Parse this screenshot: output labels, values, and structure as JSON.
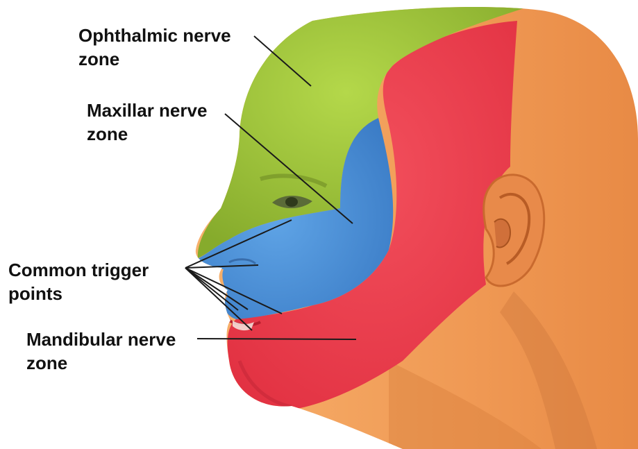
{
  "labels": {
    "ophthalmic": {
      "line1": "Ophthalmic nerve",
      "line2": "zone"
    },
    "maxillar": {
      "line1": "Maxillar nerve",
      "line2": "zone"
    },
    "trigger": {
      "line1": "Common trigger",
      "line2": "points"
    },
    "mandibular": {
      "line1": "Mandibular nerve",
      "line2": "zone"
    }
  },
  "colors": {
    "ophthalmic_zone": "#9cc23a",
    "maxillar_zone": "#4a8fd6",
    "mandibular_zone": "#ec3d4c",
    "skin": "#f0a25f",
    "skin_shadow": "#d9803f",
    "leader_line": "#1a1a1a",
    "background": "#ffffff"
  }
}
